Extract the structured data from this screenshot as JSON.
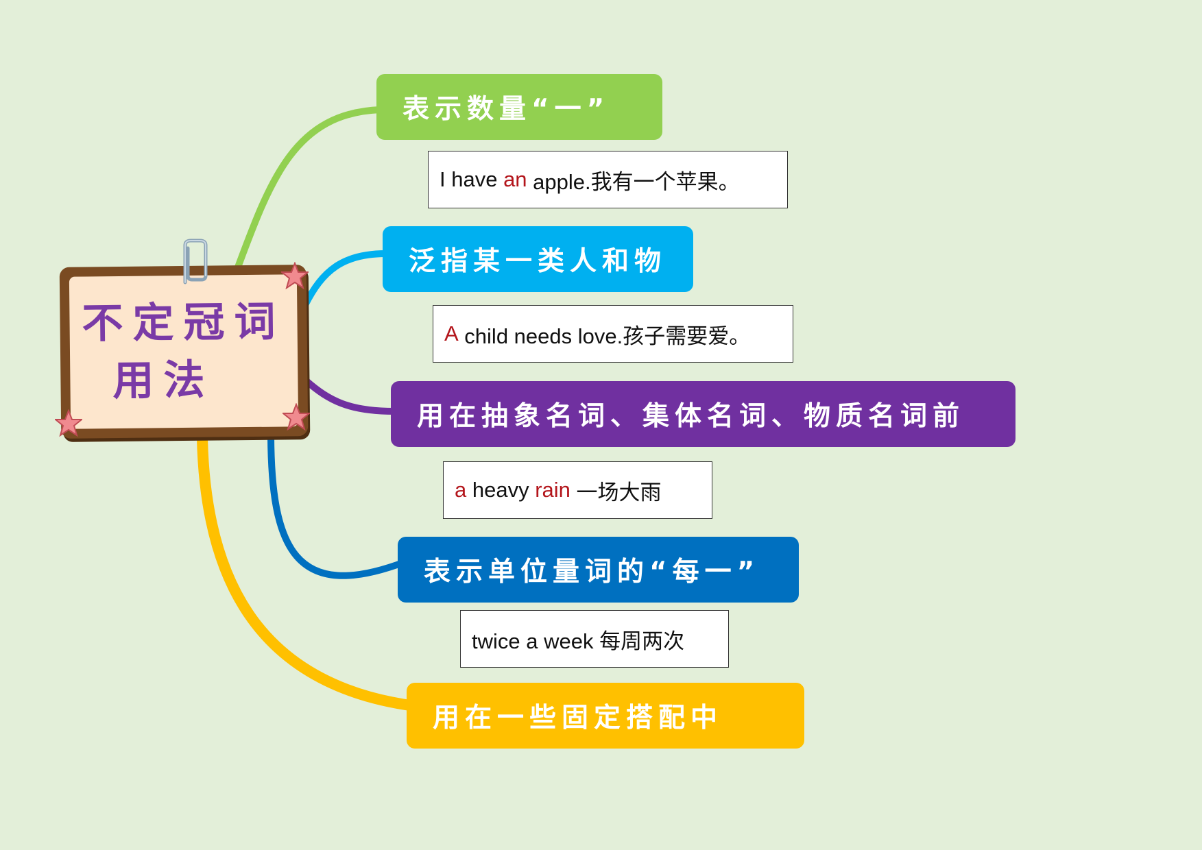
{
  "central": {
    "title_line1": "不定冠词",
    "title_line2": "用法"
  },
  "colors": {
    "background": "#e3efd9",
    "board_frame": "#7a4b22",
    "board_fill": "#fde6cd",
    "title_text": "#7a3aa6",
    "highlight": "#b3151b",
    "branch_1": "#92d050",
    "branch_2": "#00b0f0",
    "branch_3": "#7030a0",
    "branch_4": "#0070c0",
    "branch_5": "#ffc000"
  },
  "branches": [
    {
      "label": "表示数量“一”",
      "example": {
        "pre": "I have ",
        "hl1": "an",
        "mid": " apple.我有一个苹果。",
        "hl2": "",
        "post": ""
      }
    },
    {
      "label": "泛指某一类人和物",
      "example": {
        "pre": "",
        "hl1": "A",
        "mid": " child needs love.孩子需要爱。",
        "hl2": "",
        "post": ""
      }
    },
    {
      "label": "用在抽象名词、集体名词、物质名词前",
      "example": {
        "pre": "",
        "hl1": "a",
        "mid": " heavy ",
        "hl2": "rain",
        "post": " 一场大雨"
      }
    },
    {
      "label": "表示单位量词的“每一”",
      "example": {
        "pre": "twice a week 每周两次",
        "hl1": "",
        "mid": "",
        "hl2": "",
        "post": ""
      }
    },
    {
      "label": "用在一些固定搭配中"
    }
  ]
}
